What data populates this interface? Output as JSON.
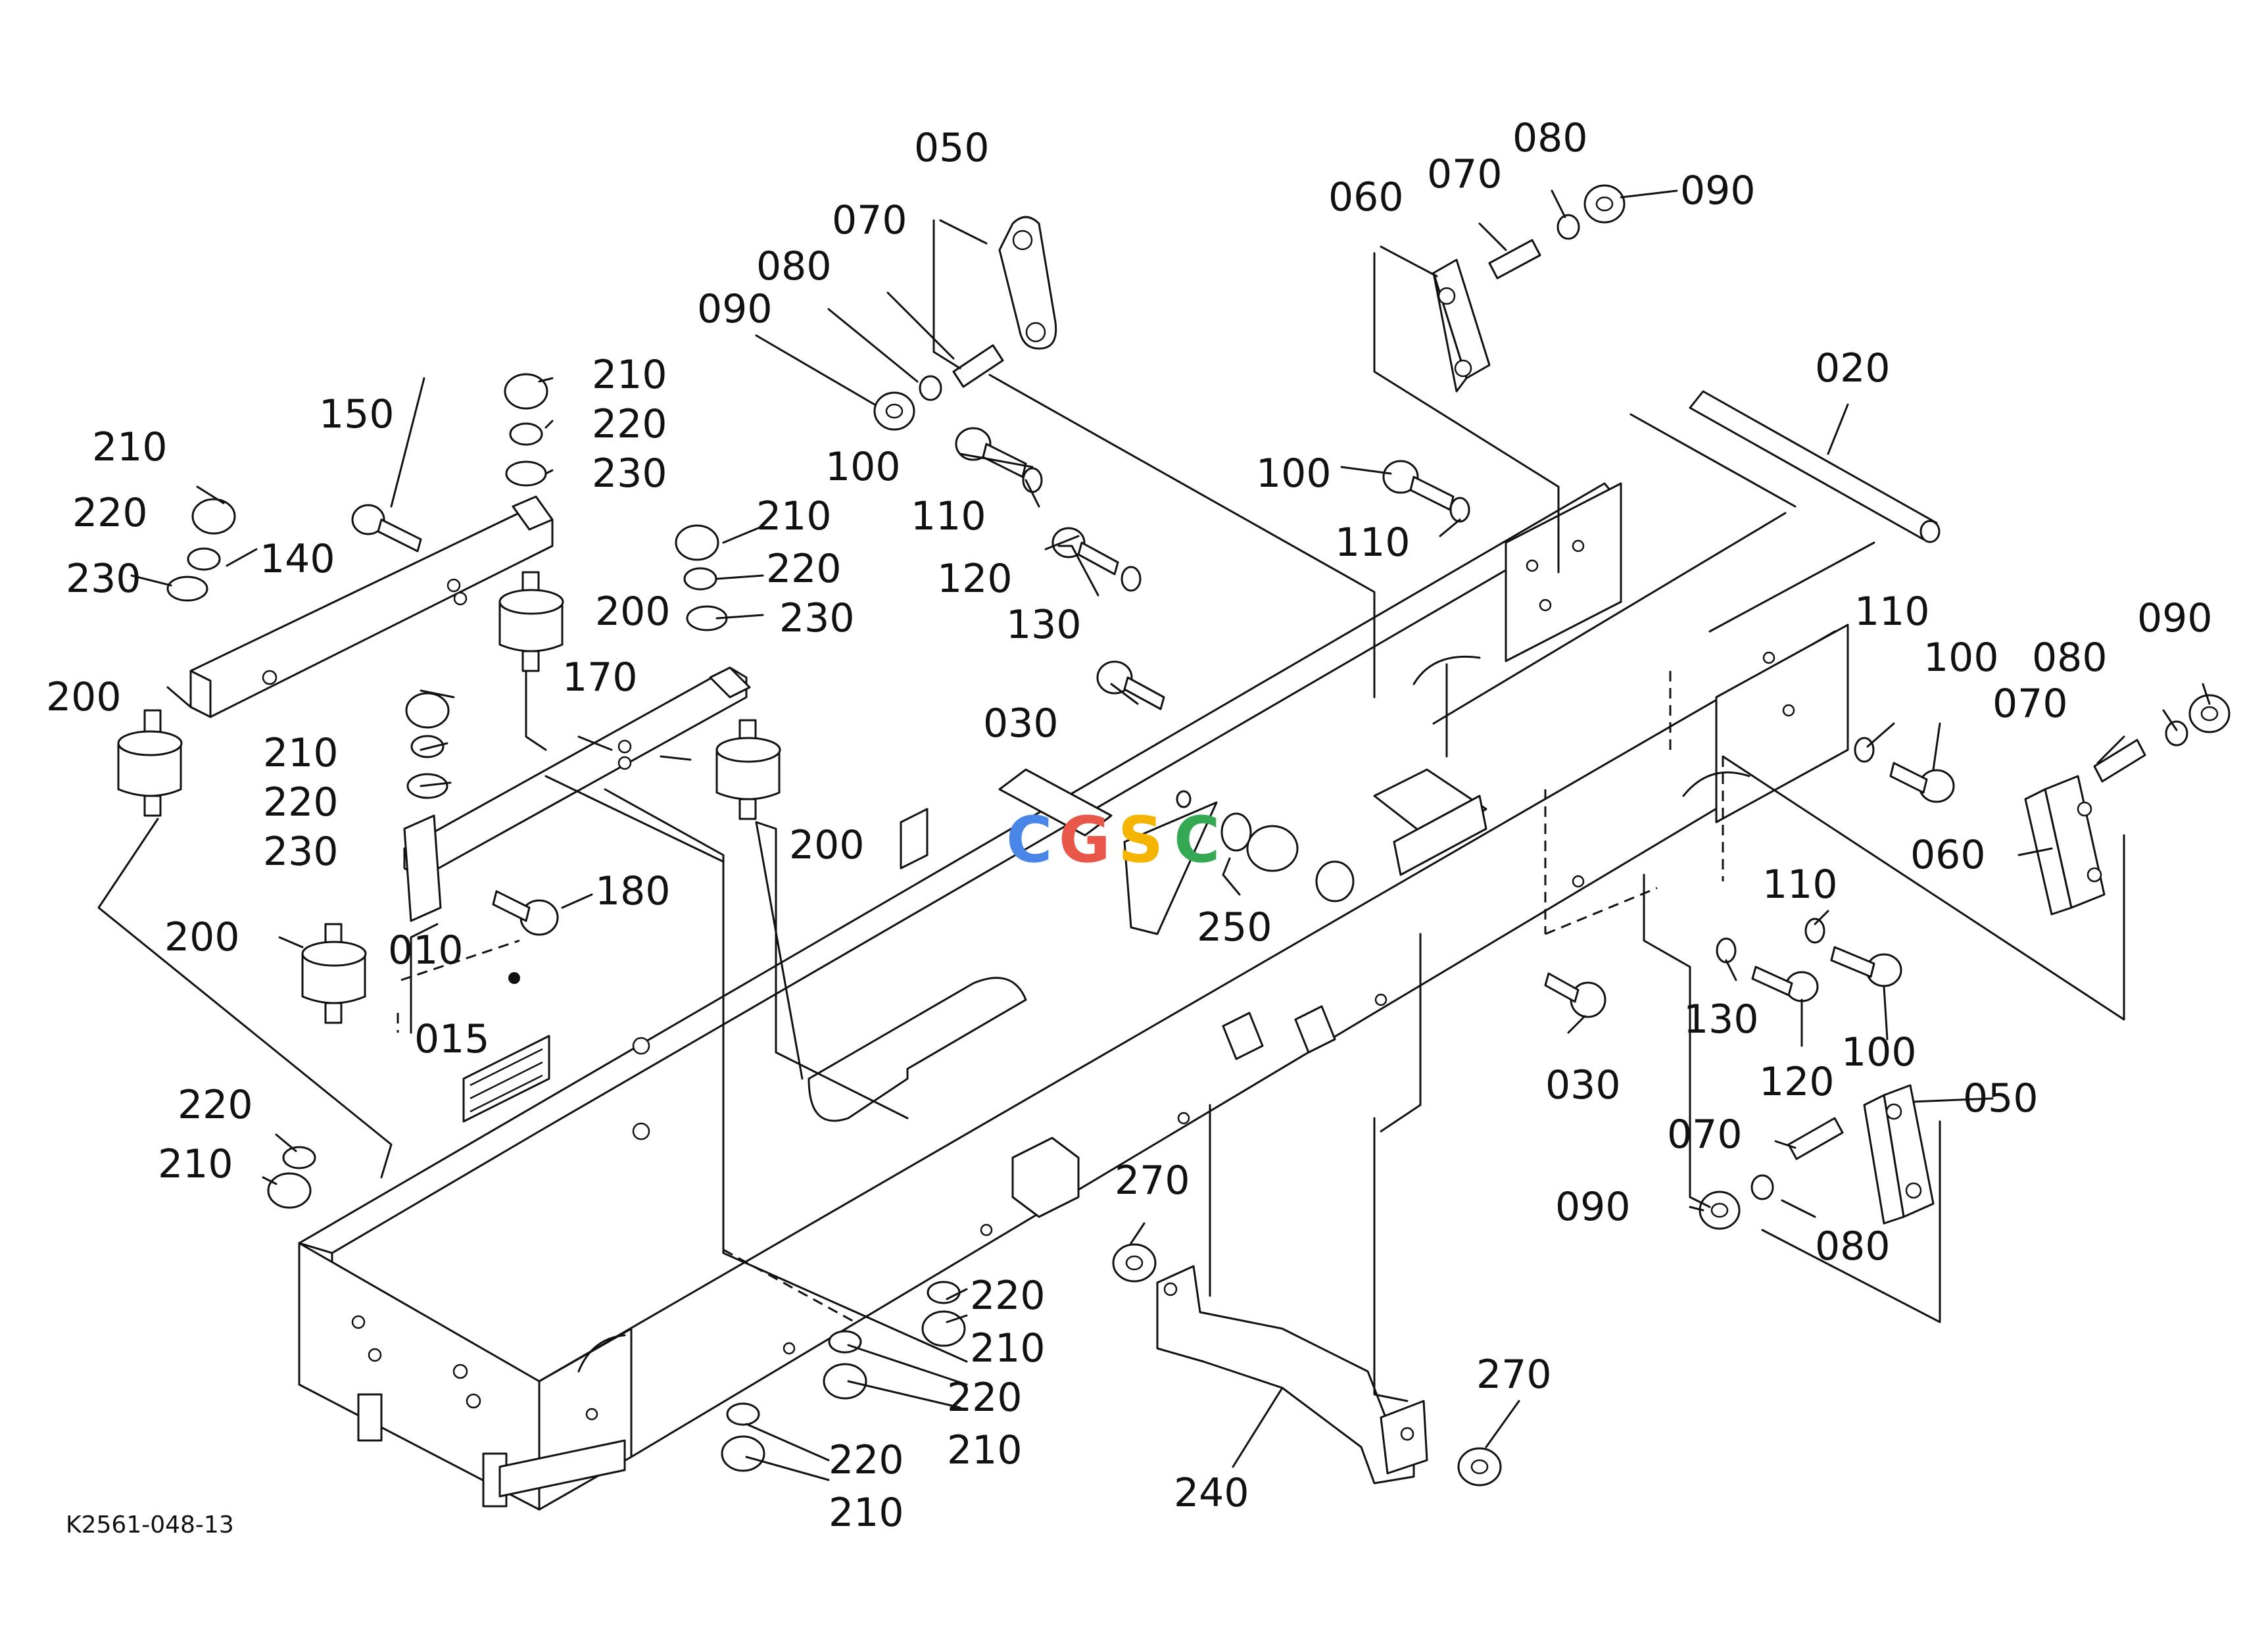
{
  "diagram_code": "K2561-048-13",
  "watermark": {
    "text": "CGSC",
    "colors": [
      "#4a86e8",
      "#e8574a",
      "#f4b400",
      "#34a853"
    ]
  },
  "part_labels": [
    {
      "id": "lbl-050-top",
      "text": "050"
    },
    {
      "id": "lbl-070-top",
      "text": "070"
    },
    {
      "id": "lbl-080-top",
      "text": "080"
    },
    {
      "id": "lbl-090-top",
      "text": "090"
    },
    {
      "id": "lbl-060-top",
      "text": "060"
    },
    {
      "id": "lbl-070-topright",
      "text": "070"
    },
    {
      "id": "lbl-080-topright",
      "text": "080"
    },
    {
      "id": "lbl-090-topright",
      "text": "090"
    },
    {
      "id": "lbl-020",
      "text": "020"
    },
    {
      "id": "lbl-210-a",
      "text": "210"
    },
    {
      "id": "lbl-220-a",
      "text": "220"
    },
    {
      "id": "lbl-230-a",
      "text": "230"
    },
    {
      "id": "lbl-150",
      "text": "150"
    },
    {
      "id": "lbl-210-b",
      "text": "210"
    },
    {
      "id": "lbl-220-b",
      "text": "220"
    },
    {
      "id": "lbl-230-b",
      "text": "230"
    },
    {
      "id": "lbl-140",
      "text": "140"
    },
    {
      "id": "lbl-200-a",
      "text": "200"
    },
    {
      "id": "lbl-200-b",
      "text": "200"
    },
    {
      "id": "lbl-210-c",
      "text": "210"
    },
    {
      "id": "lbl-220-c",
      "text": "220"
    },
    {
      "id": "lbl-230-c",
      "text": "230"
    },
    {
      "id": "lbl-170",
      "text": "170"
    },
    {
      "id": "lbl-210-d",
      "text": "210"
    },
    {
      "id": "lbl-220-d",
      "text": "220"
    },
    {
      "id": "lbl-230-d",
      "text": "230"
    },
    {
      "id": "lbl-200-c",
      "text": "200"
    },
    {
      "id": "lbl-180",
      "text": "180"
    },
    {
      "id": "lbl-200-d",
      "text": "200"
    },
    {
      "id": "lbl-010",
      "text": "010"
    },
    {
      "id": "lbl-015",
      "text": "015"
    },
    {
      "id": "lbl-220-e",
      "text": "220"
    },
    {
      "id": "lbl-210-e",
      "text": "210"
    },
    {
      "id": "lbl-100-a",
      "text": "100"
    },
    {
      "id": "lbl-110-a",
      "text": "110"
    },
    {
      "id": "lbl-120-a",
      "text": "120"
    },
    {
      "id": "lbl-130-a",
      "text": "130"
    },
    {
      "id": "lbl-030-a",
      "text": "030"
    },
    {
      "id": "lbl-100-b",
      "text": "100"
    },
    {
      "id": "lbl-110-b",
      "text": "110"
    },
    {
      "id": "lbl-250",
      "text": "250"
    },
    {
      "id": "lbl-110-c",
      "text": "110"
    },
    {
      "id": "lbl-100-c",
      "text": "100"
    },
    {
      "id": "lbl-090-right",
      "text": "090"
    },
    {
      "id": "lbl-080-right",
      "text": "080"
    },
    {
      "id": "lbl-070-right",
      "text": "070"
    },
    {
      "id": "lbl-060-right",
      "text": "060"
    },
    {
      "id": "lbl-110-d",
      "text": "110"
    },
    {
      "id": "lbl-130-b",
      "text": "130"
    },
    {
      "id": "lbl-120-b",
      "text": "120"
    },
    {
      "id": "lbl-100-d",
      "text": "100"
    },
    {
      "id": "lbl-030-b",
      "text": "030"
    },
    {
      "id": "lbl-050-right",
      "text": "050"
    },
    {
      "id": "lbl-070-bottom",
      "text": "070"
    },
    {
      "id": "lbl-090-bottom",
      "text": "090"
    },
    {
      "id": "lbl-080-bottom",
      "text": "080"
    },
    {
      "id": "lbl-270-a",
      "text": "270"
    },
    {
      "id": "lbl-270-b",
      "text": "270"
    },
    {
      "id": "lbl-240",
      "text": "240"
    },
    {
      "id": "lbl-220-f",
      "text": "220"
    },
    {
      "id": "lbl-210-f",
      "text": "210"
    },
    {
      "id": "lbl-220-g",
      "text": "220"
    },
    {
      "id": "lbl-210-g",
      "text": "210"
    },
    {
      "id": "lbl-220-h",
      "text": "220"
    },
    {
      "id": "lbl-210-h",
      "text": "210"
    }
  ]
}
